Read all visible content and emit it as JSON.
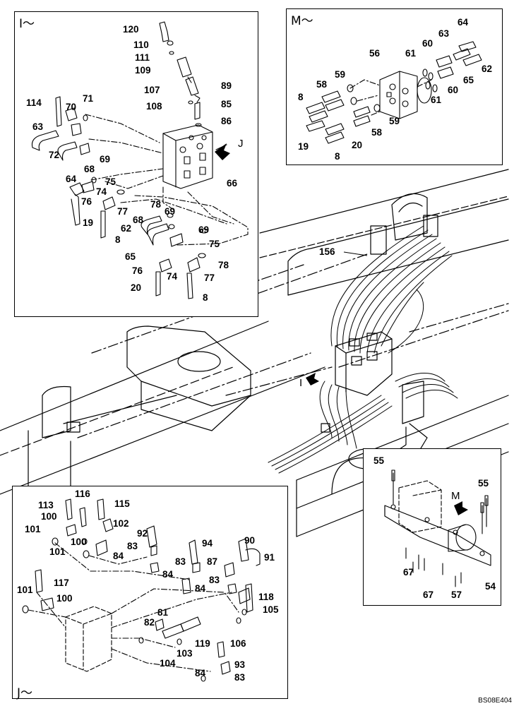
{
  "frames": {
    "I": {
      "title": "I～"
    },
    "M": {
      "title": "M～"
    },
    "J": {
      "title": "J～"
    }
  },
  "arrows": {
    "I": "I",
    "J": "J",
    "M": "M"
  },
  "drawing_code": "BS08E404",
  "callouts": {
    "i120": "120",
    "i110": "110",
    "i111": "111",
    "i109": "109",
    "i107": "107",
    "i89": "89",
    "i108": "108",
    "i85": "85",
    "i86": "86",
    "i114": "114",
    "i70": "70",
    "i71": "71",
    "i63": "63",
    "i72": "72",
    "i69a": "69",
    "i68a": "68",
    "i64": "64",
    "i75a": "75",
    "i74a": "74",
    "i76a": "76",
    "i19": "19",
    "i78a": "78",
    "i69b": "69",
    "i77a": "77",
    "i68b": "68",
    "i62": "62",
    "i8a": "8",
    "i69c": "69",
    "i75b": "75",
    "i65": "65",
    "i74b": "74",
    "i76b": "76",
    "i78b": "78",
    "i77b": "77",
    "i20": "20",
    "i8b": "8",
    "i66": "66",
    "m56": "56",
    "m61a": "61",
    "m60a": "60",
    "m63": "63",
    "m64": "64",
    "m62": "62",
    "m59a": "59",
    "m58a": "58",
    "m8a": "8",
    "m65": "65",
    "m60b": "60",
    "m61b": "61",
    "m59b": "59",
    "m58b": "58",
    "m19": "19",
    "m20": "20",
    "m8b": "8",
    "m156": "156",
    "d55a": "55",
    "d55b": "55",
    "d67a": "67",
    "d67b": "67",
    "d57": "57",
    "d54": "54",
    "j116": "116",
    "j113": "113",
    "j115": "115",
    "j100a": "100",
    "j102": "102",
    "j101a": "101",
    "j92": "92",
    "j100b": "100",
    "j94": "94",
    "j90": "90",
    "j83a": "83",
    "j101b": "101",
    "j84a": "84",
    "j91": "91",
    "j87": "87",
    "j84b": "84",
    "j83b": "83",
    "j117": "117",
    "j101c": "101",
    "j100c": "100",
    "j84c": "84",
    "j83c": "83",
    "j118": "118",
    "j81": "81",
    "j105": "105",
    "j82": "82",
    "j119": "119",
    "j106": "106",
    "j103": "103",
    "j104": "104",
    "j93": "93",
    "j84d": "84",
    "j83d": "83"
  }
}
